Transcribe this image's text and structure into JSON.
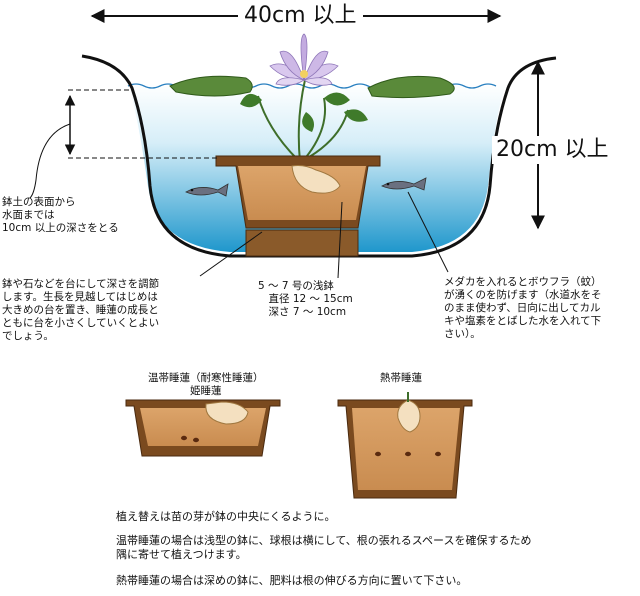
{
  "dimensions": {
    "width_label": "40cm 以上",
    "depth_label": "20cm 以上"
  },
  "callouts": {
    "soil_depth": "鉢土の表面から\n水面までは\n10cm 以上の深さをとる",
    "raise_pot": "鉢や石などを台にして深さを調節\nします。生長を見越してはじめは\n大きめの台を置き、睡蓮の成長と\nともに台を小さくしていくとよい\nでしょう。",
    "shallow_pot": "5 ～ 7 号の浅鉢\n　直径 12 ～ 15cm\n　深さ 7 ～ 10cm",
    "medaka": "メダカを入れるとボウフラ（蚊）\nが湧くのを防げます（水道水をそ\nのまま使わず、日向に出してカル\nキや塩素をとばした水を入れて下\nさい）。"
  },
  "pots": {
    "temperate_label": "温帯睡蓮（耐寒性睡蓮）\n姫睡蓮",
    "tropical_label": "熱帯睡蓮"
  },
  "notes": [
    "植え替えは苗の芽が鉢の中央にくるように。",
    "温帯睡蓮の場合は浅型の鉢に、球根は横にして、根の張れるスペースを確保するため\n隅に寄せて植えつけます。",
    "熱帯睡蓮の場合は深めの鉢に、肥料は根の伸びる方向に置いて下さい。"
  ],
  "colors": {
    "water_top": "#ffffff",
    "water_bottom": "#2a9fd0",
    "pot_brown": "#7a4a1f",
    "soil": "#d29a5e",
    "leaf": "#5a8a3a",
    "flower": "#c9b3e0"
  }
}
